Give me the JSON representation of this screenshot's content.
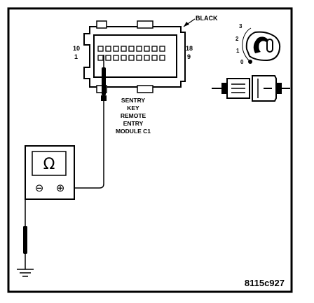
{
  "connector": {
    "color_label": "BLACK",
    "pin_top_left": "10",
    "pin_bottom_left": "1",
    "pin_top_right": "18",
    "pin_bottom_right": "9"
  },
  "module_label": [
    "SENTRY",
    "KEY",
    "REMOTE",
    "ENTRY",
    "MODULE C1"
  ],
  "ignition": {
    "positions": [
      "3",
      "2",
      "1",
      "0"
    ]
  },
  "meter": {
    "symbol": "Ω",
    "negative": "⊖",
    "positive": "⊕"
  },
  "figure_id": "8115c927"
}
